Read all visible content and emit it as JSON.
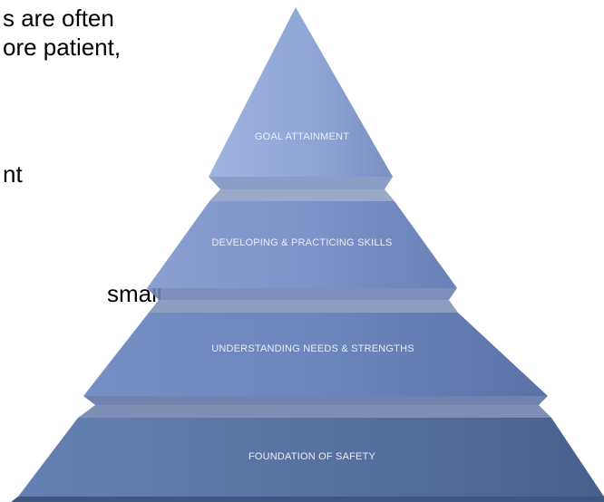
{
  "body_text": {
    "line1": "s are often",
    "line2": "ore patient,",
    "line3": "nt",
    "line4": "small"
  },
  "pyramid": {
    "tiers": [
      {
        "label": "GOAL ATTAINMENT",
        "color": "#8ea4d4"
      },
      {
        "label": "DEVELOPING & PRACTICING SKILLS",
        "color": "#7b93c9"
      },
      {
        "label": "UNDERSTANDING NEEDS & STRENGTHS",
        "color": "#6a84bc"
      },
      {
        "label": "FOUNDATION OF SAFETY",
        "color": "#56719f"
      }
    ]
  }
}
